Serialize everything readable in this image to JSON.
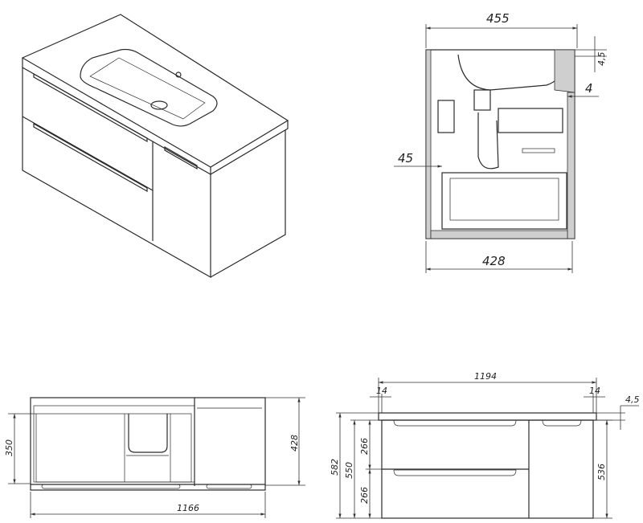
{
  "views": {
    "isometric": {
      "label": ""
    },
    "side_section": {
      "dimensions": {
        "depth_top": "455",
        "depth_bottom": "428",
        "offset_left": "45",
        "offset_right": "4",
        "top_thickness": "4,5"
      }
    },
    "front_section": {
      "dimensions": {
        "inner_height": "350",
        "height": "428",
        "width": "1166"
      }
    },
    "front_view": {
      "dimensions": {
        "top_width": "1194",
        "overhang_left": "14",
        "overhang_right": "14",
        "top_thickness": "4,5",
        "total_height": "582",
        "body_height": "550",
        "drawer_top": "266",
        "drawer_bottom": "266",
        "door_height": "536"
      }
    }
  }
}
